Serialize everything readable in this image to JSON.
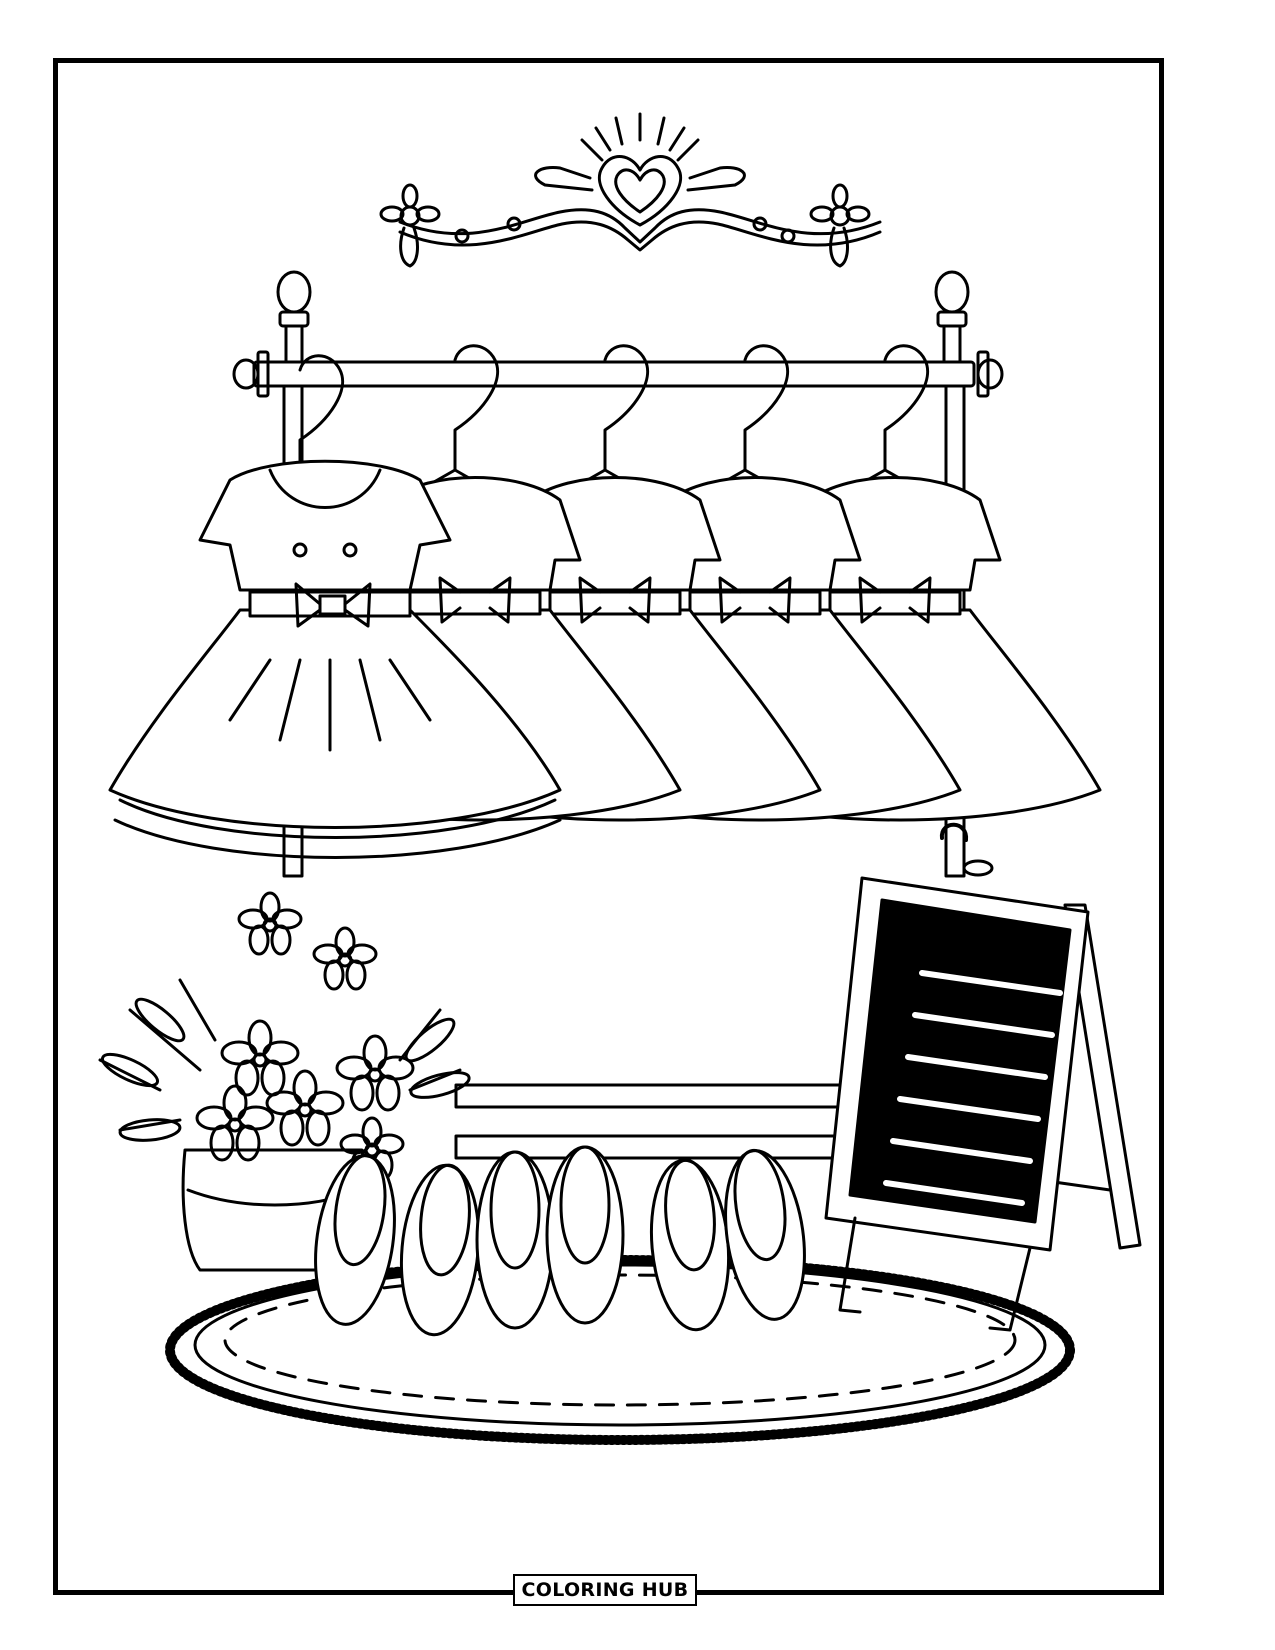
{
  "page": {
    "type": "coloring-page",
    "subject": "Dress rack with five dresses, flower vase, ballet flats, chalkboard sign and round rug",
    "colors": {
      "ink": "#000000",
      "paper": "#ffffff",
      "chalkboard": "#000000"
    }
  },
  "brand": {
    "label": "COLORING HUB"
  },
  "scene": {
    "ornament": {
      "center": "heart",
      "side_flowers": 2
    },
    "rack": {
      "hangers": 5,
      "finials": 2
    },
    "dresses": {
      "count": 5
    },
    "vase": {
      "flowers": 7
    },
    "shoes": {
      "count": 6
    },
    "chalkboard": {
      "lines": 6
    },
    "rug": {
      "shape": "oval",
      "fringe": true
    }
  }
}
